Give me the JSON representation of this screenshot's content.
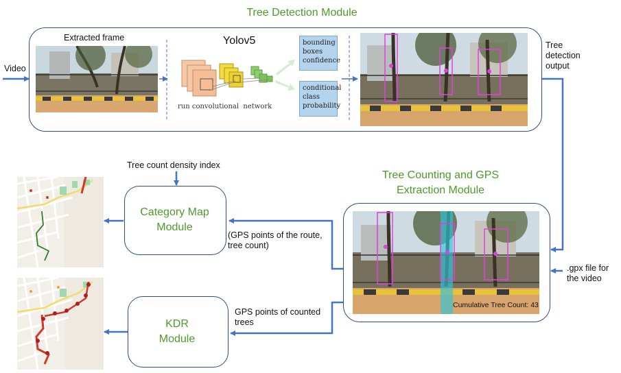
{
  "detection": {
    "title": "Tree Detection Module",
    "extracted_frame_label": "Extracted frame",
    "model_name": "Yolov5",
    "network_caption": "run convolutional  network",
    "output_bbox_text": "bounding boxes confidence",
    "output_class_text": "conditional class probability",
    "output_label": "Tree detection output"
  },
  "input": {
    "video_label": "Video"
  },
  "counting": {
    "title": "Tree Counting and GPS Extraction Module",
    "cumulative_label": "Cumulative Tree Count: 43",
    "gpx_label": ".gpx file for the video"
  },
  "category": {
    "title": "Category Map Module",
    "density_label": "Tree count density index",
    "input_label": "(GPS points of the route, tree count)"
  },
  "kdr": {
    "title": "KDR Module",
    "input_label": "GPS points of counted trees"
  },
  "colors": {
    "accent_green": "#4e9a2b",
    "arrow_blue": "#4472c4",
    "box_border": "#2d4d80",
    "bbox_magenta": "#e040e0",
    "counting_line": "#2fc4d8"
  }
}
